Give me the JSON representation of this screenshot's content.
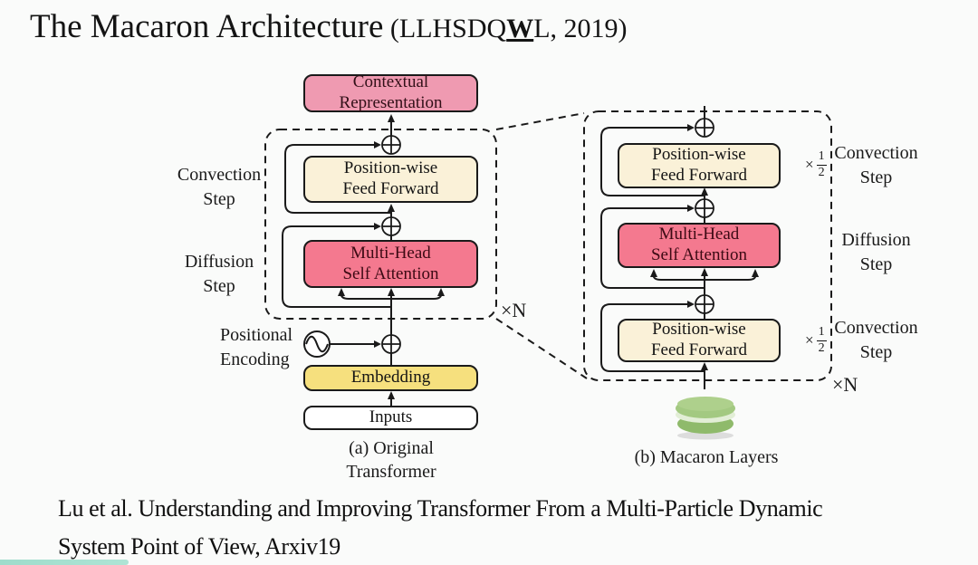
{
  "title": {
    "main": "The Macaron Architecture",
    "paren_prefix": " (LLHSDQ",
    "w": "W",
    "paren_suffix": "L, 2019)"
  },
  "left_diagram": {
    "contextual_label": "Contextual\nRepresentation",
    "feed_forward_label": "Position-wise\nFeed Forward",
    "attention_label": "Multi-Head\nSelf Attention",
    "embedding_label": "Embedding",
    "inputs_label": "Inputs",
    "convection_label": "Convection\nStep",
    "diffusion_label": "Diffusion\nStep",
    "positional_label": "Positional\nEncoding",
    "repeat_label": "×N",
    "caption": "(a) Original\nTransformer"
  },
  "right_diagram": {
    "feed_forward_top_label": "Position-wise\nFeed Forward",
    "attention_label": "Multi-Head\nSelf Attention",
    "feed_forward_bottom_label": "Position-wise\nFeed Forward",
    "convection_top_label": "Convection\nStep",
    "diffusion_label": "Diffusion\nStep",
    "convection_bottom_label": "Convection\nStep",
    "half_top": {
      "times": "×",
      "numerator": "1",
      "denominator": "2"
    },
    "half_bottom": {
      "times": "×",
      "numerator": "1",
      "denominator": "2"
    },
    "repeat_label": "×N",
    "caption": "(b) Macaron Layers"
  },
  "citation": "Lu et al. Understanding and Improving Transformer From a Multi-Particle Dynamic\nSystem Point of View, Arxiv19",
  "colors": {
    "contextual_pink": "#ef9ab1",
    "attention_rose": "#f4798f",
    "feed_forward_cream": "#faf1d8",
    "embedding_yellow": "#f6e07e",
    "progress_teal": "#9edccb"
  }
}
